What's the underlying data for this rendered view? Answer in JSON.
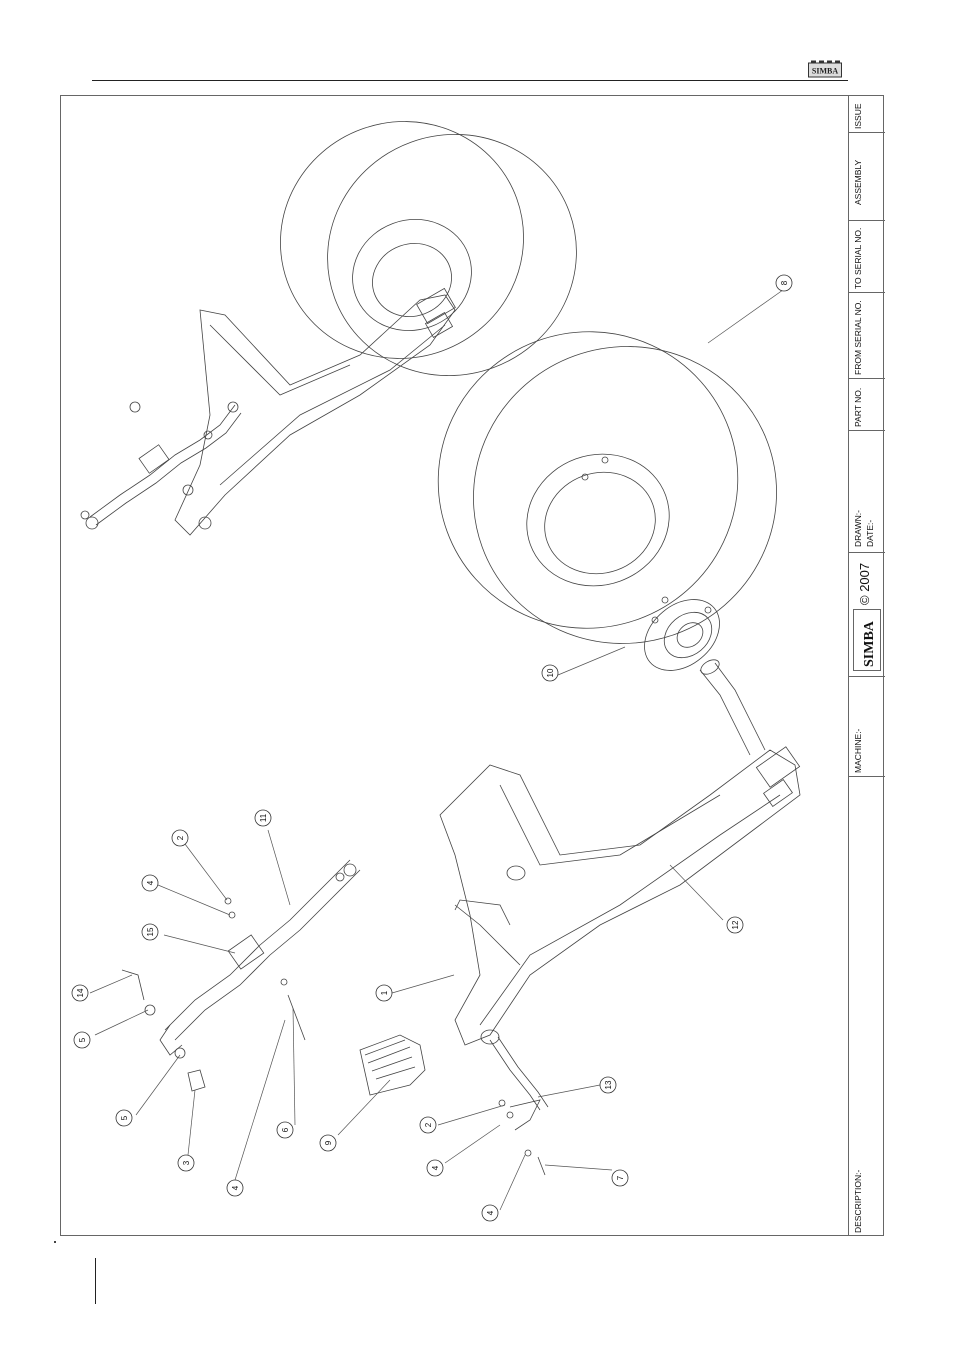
{
  "header": {
    "logo_text": "SIMBA"
  },
  "title_block": {
    "issue": "ISSUE",
    "assembly": "ASSEMBLY",
    "to_serial": "TO SERIAL NO.",
    "from_serial": "FROM SERIAL NO.",
    "part_no": "PART NO.",
    "drawn": "DRAWN:-",
    "date": "DATE:-",
    "brand": "SIMBA",
    "copyright": "© 2007",
    "machine": "MACHINE:-",
    "description": "DESCRIPTION:-"
  },
  "callouts": {
    "c1": "1",
    "c2a": "2",
    "c2b": "2",
    "c3": "3",
    "c4a": "4",
    "c4b": "4",
    "c4c": "4",
    "c4d": "4",
    "c5a": "5",
    "c5b": "5",
    "c6": "6",
    "c7": "7",
    "c8": "8",
    "c9": "9",
    "c10": "10",
    "c11": "11",
    "c12": "12",
    "c13": "13",
    "c14": "14",
    "c15": "15"
  }
}
